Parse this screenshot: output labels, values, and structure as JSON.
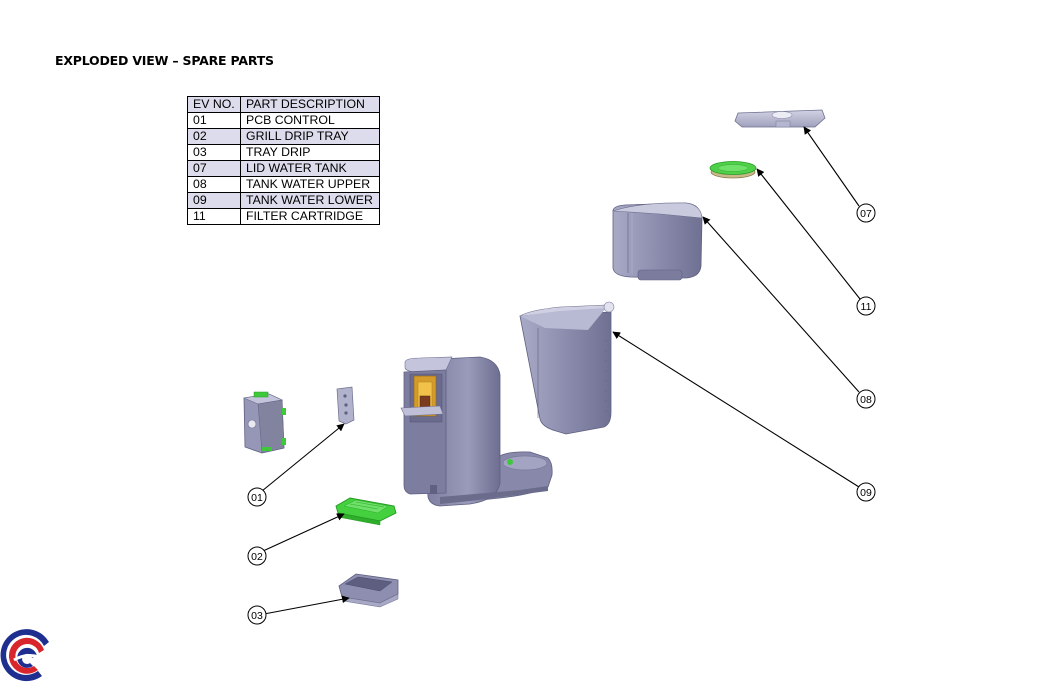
{
  "title": "EXPLODED VIEW – SPARE PARTS",
  "table": {
    "headers": [
      "EV NO.",
      "PART DESCRIPTION"
    ],
    "rows": [
      {
        "no": "01",
        "desc": "PCB CONTROL"
      },
      {
        "no": "02",
        "desc": "GRILL DRIP TRAY"
      },
      {
        "no": "03",
        "desc": "TRAY DRIP"
      },
      {
        "no": "07",
        "desc": "LID WATER TANK"
      },
      {
        "no": "08",
        "desc": "TANK WATER UPPER"
      },
      {
        "no": "09",
        "desc": "TANK WATER LOWER"
      },
      {
        "no": "11",
        "desc": "FILTER CARTRIDGE"
      }
    ]
  },
  "callouts": [
    "01",
    "02",
    "03",
    "07",
    "08",
    "09",
    "11"
  ],
  "colors": {
    "body": "#8e8fb0",
    "body_dark": "#6b6c8c",
    "body_light": "#c4c5dc",
    "green": "#3ec93a",
    "green_dark": "#249a22",
    "logo_blue": "#1f2f8f",
    "logo_red": "#d8262c"
  }
}
